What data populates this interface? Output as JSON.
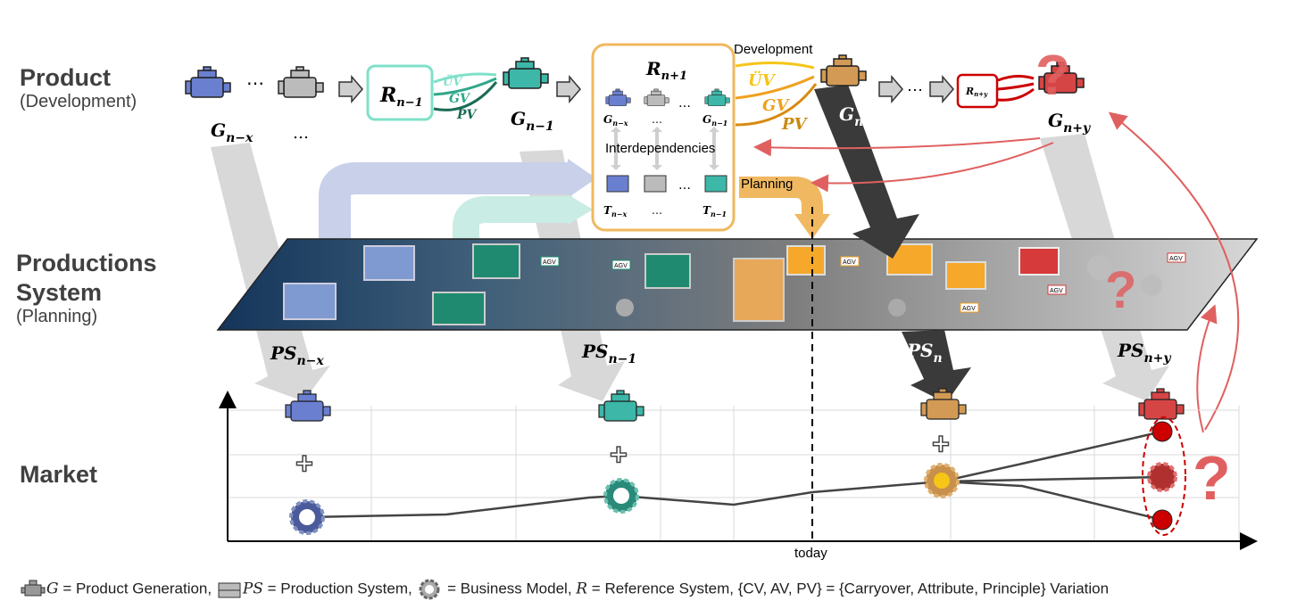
{
  "rows": {
    "product": {
      "title": "Product",
      "subtitle": "(Development)"
    },
    "production": {
      "title": "Productions",
      "title2": "System",
      "subtitle": "(Planning)"
    },
    "market": {
      "title": "Market"
    }
  },
  "product_chain": {
    "g_nx": "G",
    "g_nx_sub": "n−x",
    "g_dots": "…",
    "r_n1": "R",
    "r_n1_sub": "n−1",
    "uv": "ÜV",
    "gv": "GV",
    "pv": "PV",
    "g_n1": "G",
    "g_n1_sub": "n−1",
    "r_next": "R",
    "r_next_sub": "n+1",
    "g_small_nx": "G",
    "g_small_nx_sub": "n−x",
    "g_small_n1": "G",
    "g_small_n1_sub": "n−1",
    "t_nx": "T",
    "t_nx_sub": "n−x",
    "t_n1": "T",
    "t_n1_sub": "n−1",
    "ellipsis": "…",
    "interdependencies": "Interdependencies",
    "development": "Development",
    "planning": "Planning",
    "g_n": "G",
    "g_n_sub": "n",
    "r_ny": "R",
    "r_ny_sub": "n+y",
    "g_ny": "G",
    "g_ny_sub": "n+y",
    "question": "?"
  },
  "production_labels": {
    "ps_nx": "PS",
    "ps_nx_sub": "n−x",
    "ps_n1": "PS",
    "ps_n1_sub": "n−1",
    "ps_n": "PS",
    "ps_n_sub": "n",
    "ps_ny": "PS",
    "ps_ny_sub": "n+y",
    "agv": "AGV"
  },
  "market": {
    "today_label": "today",
    "plus": "+",
    "question": "?"
  },
  "legend": {
    "g_sym": "G",
    "g_text": " = Product Generation, ",
    "ps_sym": "PS",
    "ps_text": " = Production System, ",
    "bm_text": " = Business Model, ",
    "r_sym": "R",
    "r_text": " = Reference System, {CV, AV, PV} = {Carryover, Attribute, Principle} Variation"
  },
  "colors": {
    "gen_nx": "#4a5a9a",
    "gen_gray": "#808080",
    "gen_n1": "#2a9d8f",
    "gen_n": "#c8904a",
    "gen_ny": "#d64545",
    "ref_border": "#7fe0c9",
    "box_border": "#f0b860",
    "arrow_dark": "#3a3a3a",
    "arrow_gray": "#cfcfcf",
    "red": "#e06060"
  }
}
